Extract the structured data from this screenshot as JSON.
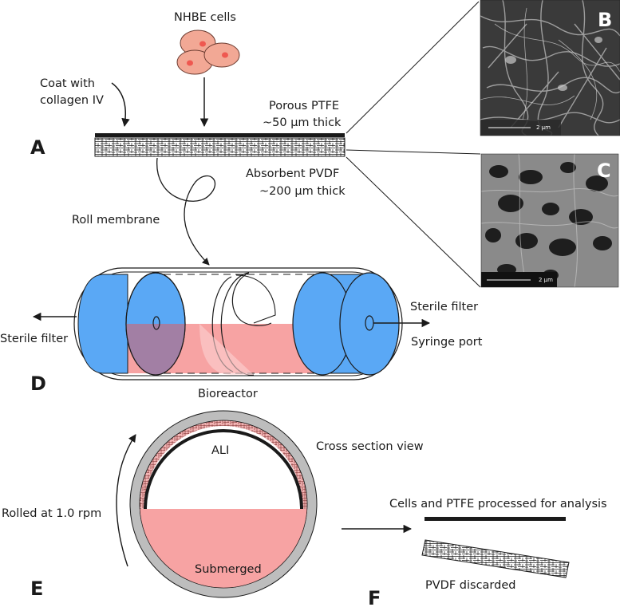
{
  "labels": {
    "nhbe": "NHBE cells",
    "coat_line1": "Coat with",
    "coat_line2": "collagen IV",
    "ptfe_line1": "Porous PTFE",
    "ptfe_line2": "~50 μm thick",
    "pvdf_line1": "Absorbent PVDF",
    "pvdf_line2": "~200 μm thick",
    "roll": "Roll membrane",
    "sterile_left": "Sterile filter",
    "sterile_right": "Sterile filter",
    "syringe": "Syringe port",
    "bioreactor": "Bioreactor",
    "cross_section": "Cross section view",
    "ali": "ALI",
    "submerged": "Submerged",
    "rolled": "Rolled at 1.0 rpm",
    "processed": "Cells and PTFE processed for analysis",
    "discarded": "PVDF discarded",
    "scale_b": "2 μm",
    "scale_c": "2 μm"
  },
  "panels": {
    "a": "A",
    "b": "B",
    "c": "C",
    "d": "D",
    "e": "E",
    "f": "F"
  },
  "colors": {
    "medium_pink": "#f7a3a3",
    "end_cap_blue": "#5aa8f5",
    "cell_fill": "#f2a895",
    "cell_nucleus": "#ef5850",
    "tube_gray": "#bdbdbd",
    "sem_background": "#2e2e2e"
  },
  "icons": {
    "sem_image_b": "sem-fibrous-mesh",
    "sem_image_c": "sem-porous-membrane"
  }
}
